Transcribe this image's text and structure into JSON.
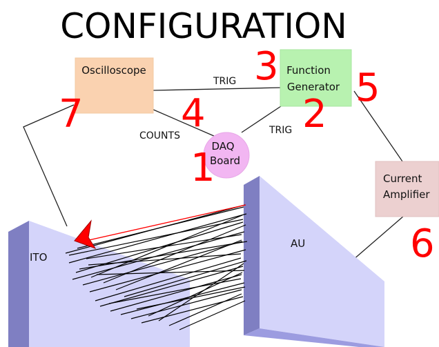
{
  "title": "CONFIGURATION",
  "components": {
    "oscilloscope": {
      "label": "Oscilloscope",
      "color": "#fad2b0"
    },
    "function_generator": {
      "line1": "Function",
      "line2": "Generator",
      "color": "#b8f2b0"
    },
    "daq_board": {
      "line1": "DAQ",
      "line2": "Board",
      "color": "#f2b6f2"
    },
    "current_amplifier": {
      "line1": "Current",
      "line2": "Amplifier",
      "color": "#ecd0d0"
    },
    "ito": {
      "label": "ITO",
      "face_color": "#d4d4fa",
      "side_color": "#7f7fc2"
    },
    "au": {
      "label": "AU",
      "face_color": "#d4d4fa",
      "side_color": "#7f7fc2"
    }
  },
  "connections": {
    "trig_osc_fg": "TRIG",
    "trig_daq_fg": "TRIG",
    "counts": "COUNTS"
  },
  "numbers": {
    "n1": "1",
    "n2": "2",
    "n3": "3",
    "n4": "4",
    "n5": "5",
    "n6": "6",
    "n7": "7"
  },
  "accent_red": "#ff0000"
}
